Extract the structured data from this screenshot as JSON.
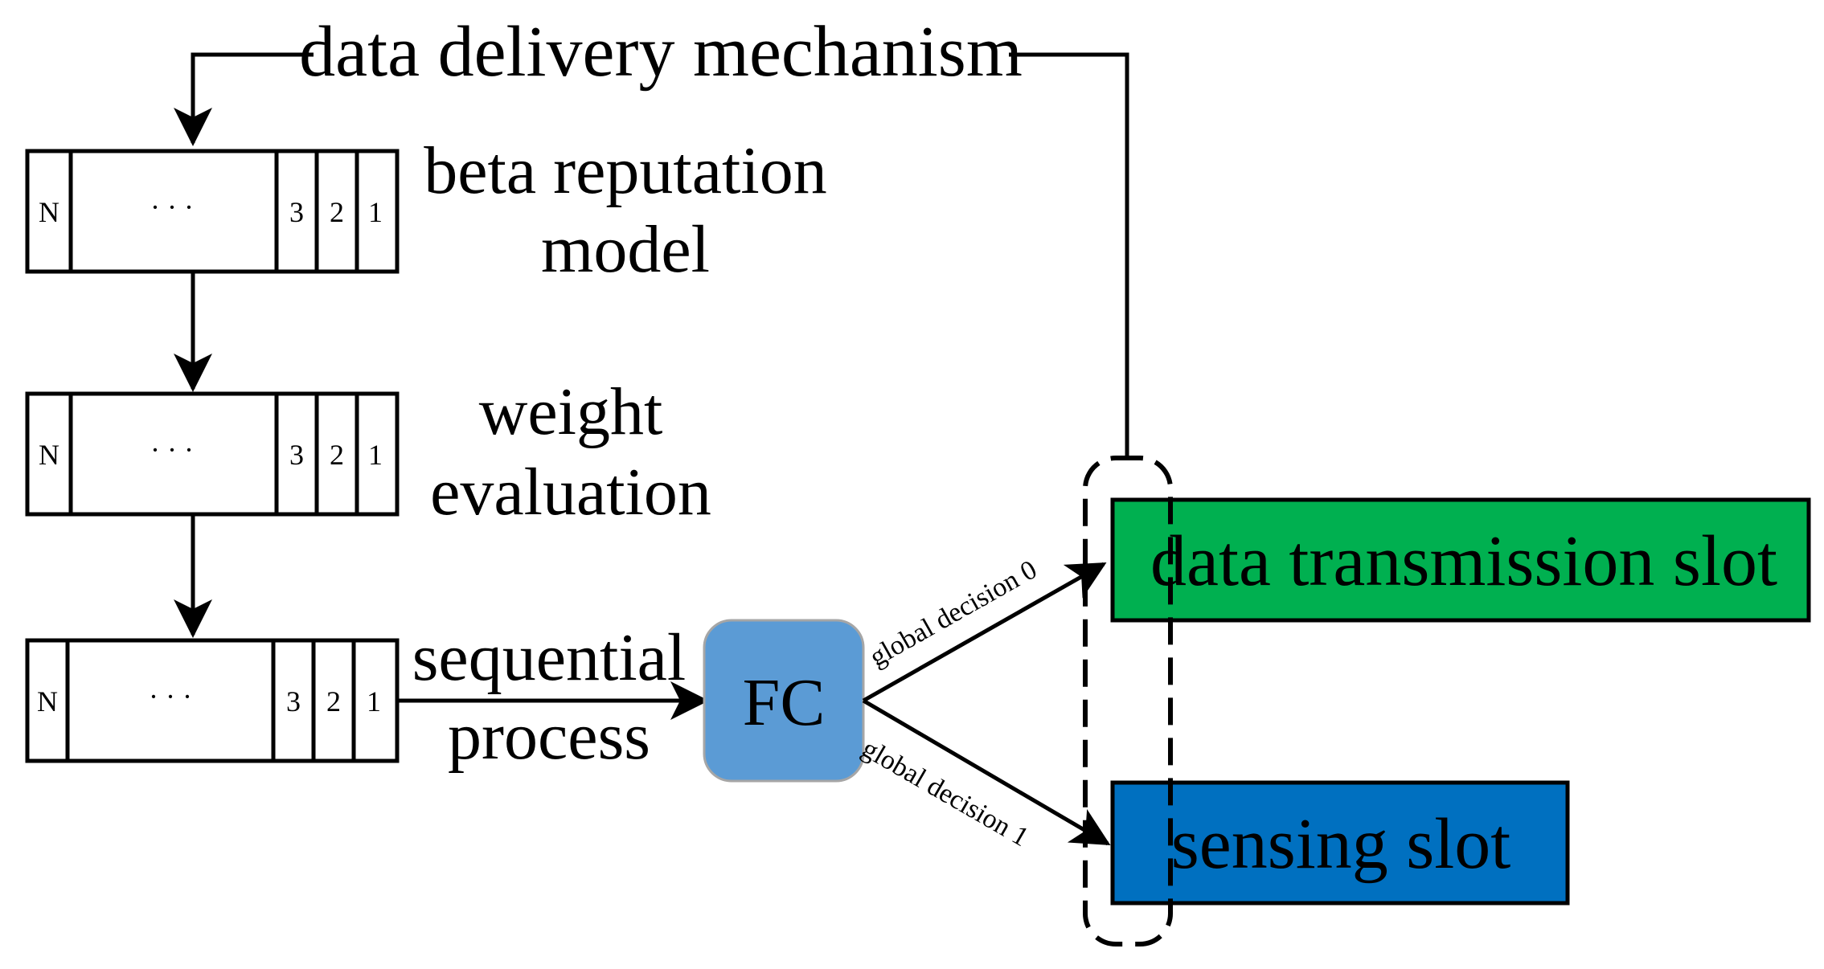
{
  "feedback_label": "data delivery mechanism",
  "stages": [
    {
      "label_line1": "beta reputation",
      "label_line2": "model",
      "cells": {
        "first": "N",
        "dots": "· · ·",
        "c3": "3",
        "c2": "2",
        "c1": "1"
      }
    },
    {
      "label_line1": "weight",
      "label_line2": "evaluation",
      "cells": {
        "first": "N",
        "dots": "· · ·",
        "c3": "3",
        "c2": "2",
        "c1": "1"
      }
    },
    {
      "label_line1": "sequential",
      "label_line2": "process",
      "cells": {
        "first": "N",
        "dots": "· · ·",
        "c3": "3",
        "c2": "2",
        "c1": "1"
      }
    }
  ],
  "fc": {
    "label": "FC",
    "color": "#5b9bd5"
  },
  "decisions": {
    "d0": "global decision 0",
    "d1": "global decision 1"
  },
  "slots": {
    "transmission": {
      "label": "data transmission slot",
      "color": "#00b050"
    },
    "sensing": {
      "label": "sensing slot",
      "color": "#0070c0"
    }
  }
}
